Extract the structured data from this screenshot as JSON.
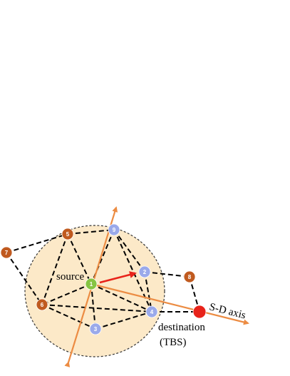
{
  "diagram": {
    "colors": {
      "range_fill": "#fce9c8",
      "range_stroke": "#333333",
      "link": "#000000",
      "axis": "#ec8c43",
      "forward_arrow": "#e8231a",
      "source_node": "#86c443",
      "blue_node": "#9aa9ea",
      "brown_node": "#c05a1f",
      "destination_node": "#e8231a"
    },
    "nodes": [
      {
        "id": "1",
        "label": "1",
        "kind": "source"
      },
      {
        "id": "2",
        "label": "2",
        "kind": "blue"
      },
      {
        "id": "3",
        "label": "3",
        "kind": "blue"
      },
      {
        "id": "4",
        "label": "4",
        "kind": "blue"
      },
      {
        "id": "5",
        "label": "5",
        "kind": "brown"
      },
      {
        "id": "6",
        "label": "6",
        "kind": "brown"
      },
      {
        "id": "7",
        "label": "7",
        "kind": "brown"
      },
      {
        "id": "8",
        "label": "8",
        "kind": "brown"
      },
      {
        "id": "9",
        "label": "9",
        "kind": "blue"
      },
      {
        "id": "D",
        "label": "",
        "kind": "destination"
      }
    ],
    "links": [
      [
        "7",
        "5"
      ],
      [
        "7",
        "6"
      ],
      [
        "5",
        "9"
      ],
      [
        "5",
        "1"
      ],
      [
        "5",
        "6"
      ],
      [
        "9",
        "1"
      ],
      [
        "9",
        "2"
      ],
      [
        "9",
        "4"
      ],
      [
        "1",
        "3"
      ],
      [
        "1",
        "4"
      ],
      [
        "1",
        "6"
      ],
      [
        "6",
        "3"
      ],
      [
        "6",
        "4"
      ],
      [
        "3",
        "4"
      ],
      [
        "2",
        "8"
      ],
      [
        "2",
        "4"
      ],
      [
        "8",
        "D"
      ],
      [
        "4",
        "D"
      ]
    ],
    "labels": {
      "source": "source",
      "axis": "S-D axis",
      "destination": "destination",
      "destination_sub": "(TBS)"
    }
  }
}
